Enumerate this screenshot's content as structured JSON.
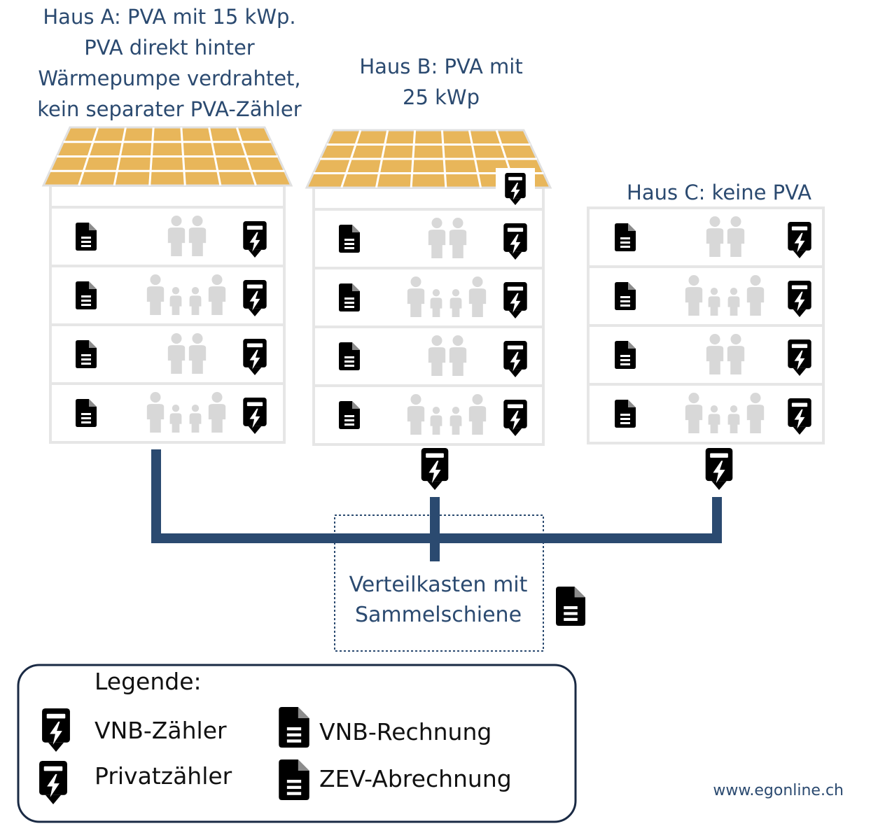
{
  "colors": {
    "navy": "#2b4a70",
    "gold": "#e8b65a",
    "gold_light": "#f1cf88",
    "panel_line": "#ffffff",
    "person": "#d8d8d8",
    "wall": "#e6e6e6",
    "text": "#2b4a70",
    "legend_text": "#111111"
  },
  "houses": [
    {
      "id": "a",
      "title_lines": [
        "Haus A: PVA mit 15 kWp.",
        "PVA direkt hinter",
        "Wärmepumpe verdrahtet,",
        "kein separater PVA-Zähler"
      ],
      "has_pv": true,
      "apartment_meter": "vnb-meter",
      "house_meter": null,
      "roof_meter": null,
      "families": [
        "couple",
        "family",
        "couple",
        "family"
      ]
    },
    {
      "id": "b",
      "title_lines": [
        "Haus B: PVA mit",
        "25 kWp"
      ],
      "has_pv": true,
      "apartment_meter": "private-meter",
      "house_meter": "vnb-meter",
      "roof_meter": "private-meter",
      "families": [
        "couple",
        "family",
        "couple",
        "family"
      ]
    },
    {
      "id": "c",
      "title_lines": [
        "Haus C: keine PVA"
      ],
      "has_pv": false,
      "apartment_meter": "private-meter",
      "house_meter": "vnb-meter",
      "roof_meter": null,
      "families": [
        "couple",
        "family",
        "couple",
        "family"
      ]
    }
  ],
  "distribution": {
    "label_lines": [
      "Verteilkasten mit",
      "Sammelschiene"
    ],
    "bill_icon": "vnb-bill"
  },
  "legend": {
    "title": "Legende:",
    "items": [
      {
        "icon": "vnb-meter",
        "label": "VNB-Zähler"
      },
      {
        "icon": "private-meter",
        "label": "Privatzähler"
      },
      {
        "icon": "vnb-bill",
        "label": "VNB-Rechnung"
      },
      {
        "icon": "zev-bill",
        "label": "ZEV-Abrechnung"
      }
    ]
  },
  "footer": {
    "url": "www.egonline.ch"
  }
}
